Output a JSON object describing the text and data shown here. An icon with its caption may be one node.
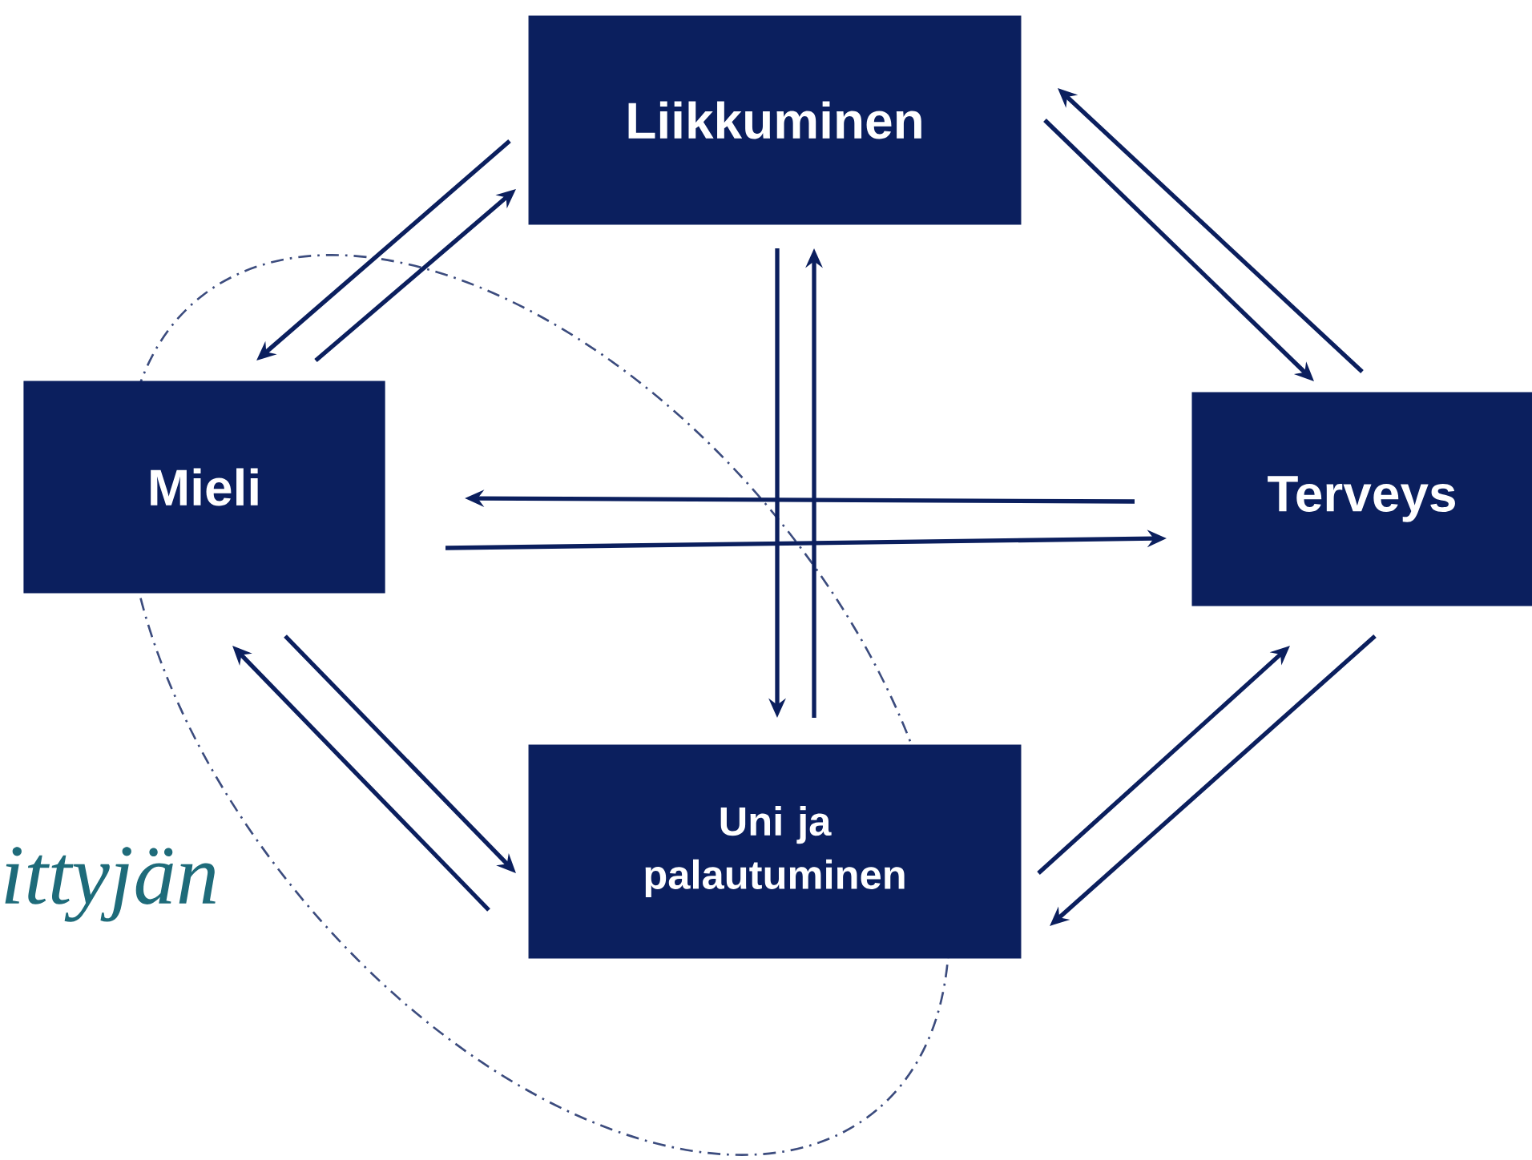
{
  "diagram": {
    "nodes": [
      {
        "text": [
          "Liikkuminen"
        ]
      },
      {
        "text": [
          "Mieli"
        ]
      },
      {
        "text": [
          "Terveys"
        ]
      },
      {
        "text": [
          "Uni ja palautuminen"
        ]
      }
    ],
    "edges": [
      {
        "from": 0,
        "to": 1,
        "arrow": "to"
      },
      {
        "from": 1,
        "to": 0,
        "arrow": "to"
      },
      {
        "from": 0,
        "to": 2,
        "arrow": "to"
      },
      {
        "from": 2,
        "to": 0,
        "arrow": "to"
      },
      {
        "from": 0,
        "to": 3,
        "arrow": "to"
      },
      {
        "from": 3,
        "to": 0,
        "arrow": "to"
      },
      {
        "from": 2,
        "to": 1,
        "arrow": "to"
      },
      {
        "from": 1,
        "to": 2,
        "arrow": "to"
      },
      {
        "from": 1,
        "to": 3,
        "arrow": "to"
      },
      {
        "from": 3,
        "to": 1,
        "arrow": "to"
      },
      {
        "from": 2,
        "to": 3,
        "arrow": "to"
      },
      {
        "from": 3,
        "to": 2,
        "arrow": "to"
      }
    ],
    "labels": [
      "ittyjän"
    ]
  }
}
